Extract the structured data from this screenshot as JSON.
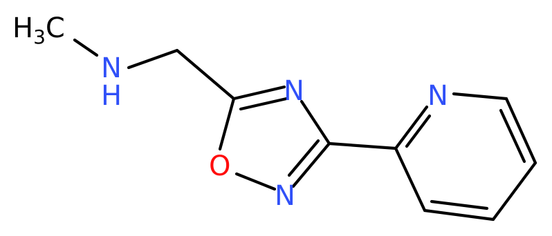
{
  "molecule": {
    "atoms": {
      "methyl": {
        "text": "H",
        "subscript": "3",
        "suffix": "C",
        "color": "#000000"
      },
      "amine_n": {
        "text": "N",
        "color": "#3050F8"
      },
      "amine_h": {
        "text": "H",
        "color": "#3050F8"
      },
      "ring_n4": {
        "text": "N",
        "color": "#3050F8"
      },
      "ring_o1": {
        "text": "O",
        "color": "#FF0D0D"
      },
      "ring_n2": {
        "text": "N",
        "color": "#3050F8"
      },
      "pyridine_n": {
        "text": "N",
        "color": "#3050F8"
      }
    },
    "bond_color": "#000000"
  }
}
